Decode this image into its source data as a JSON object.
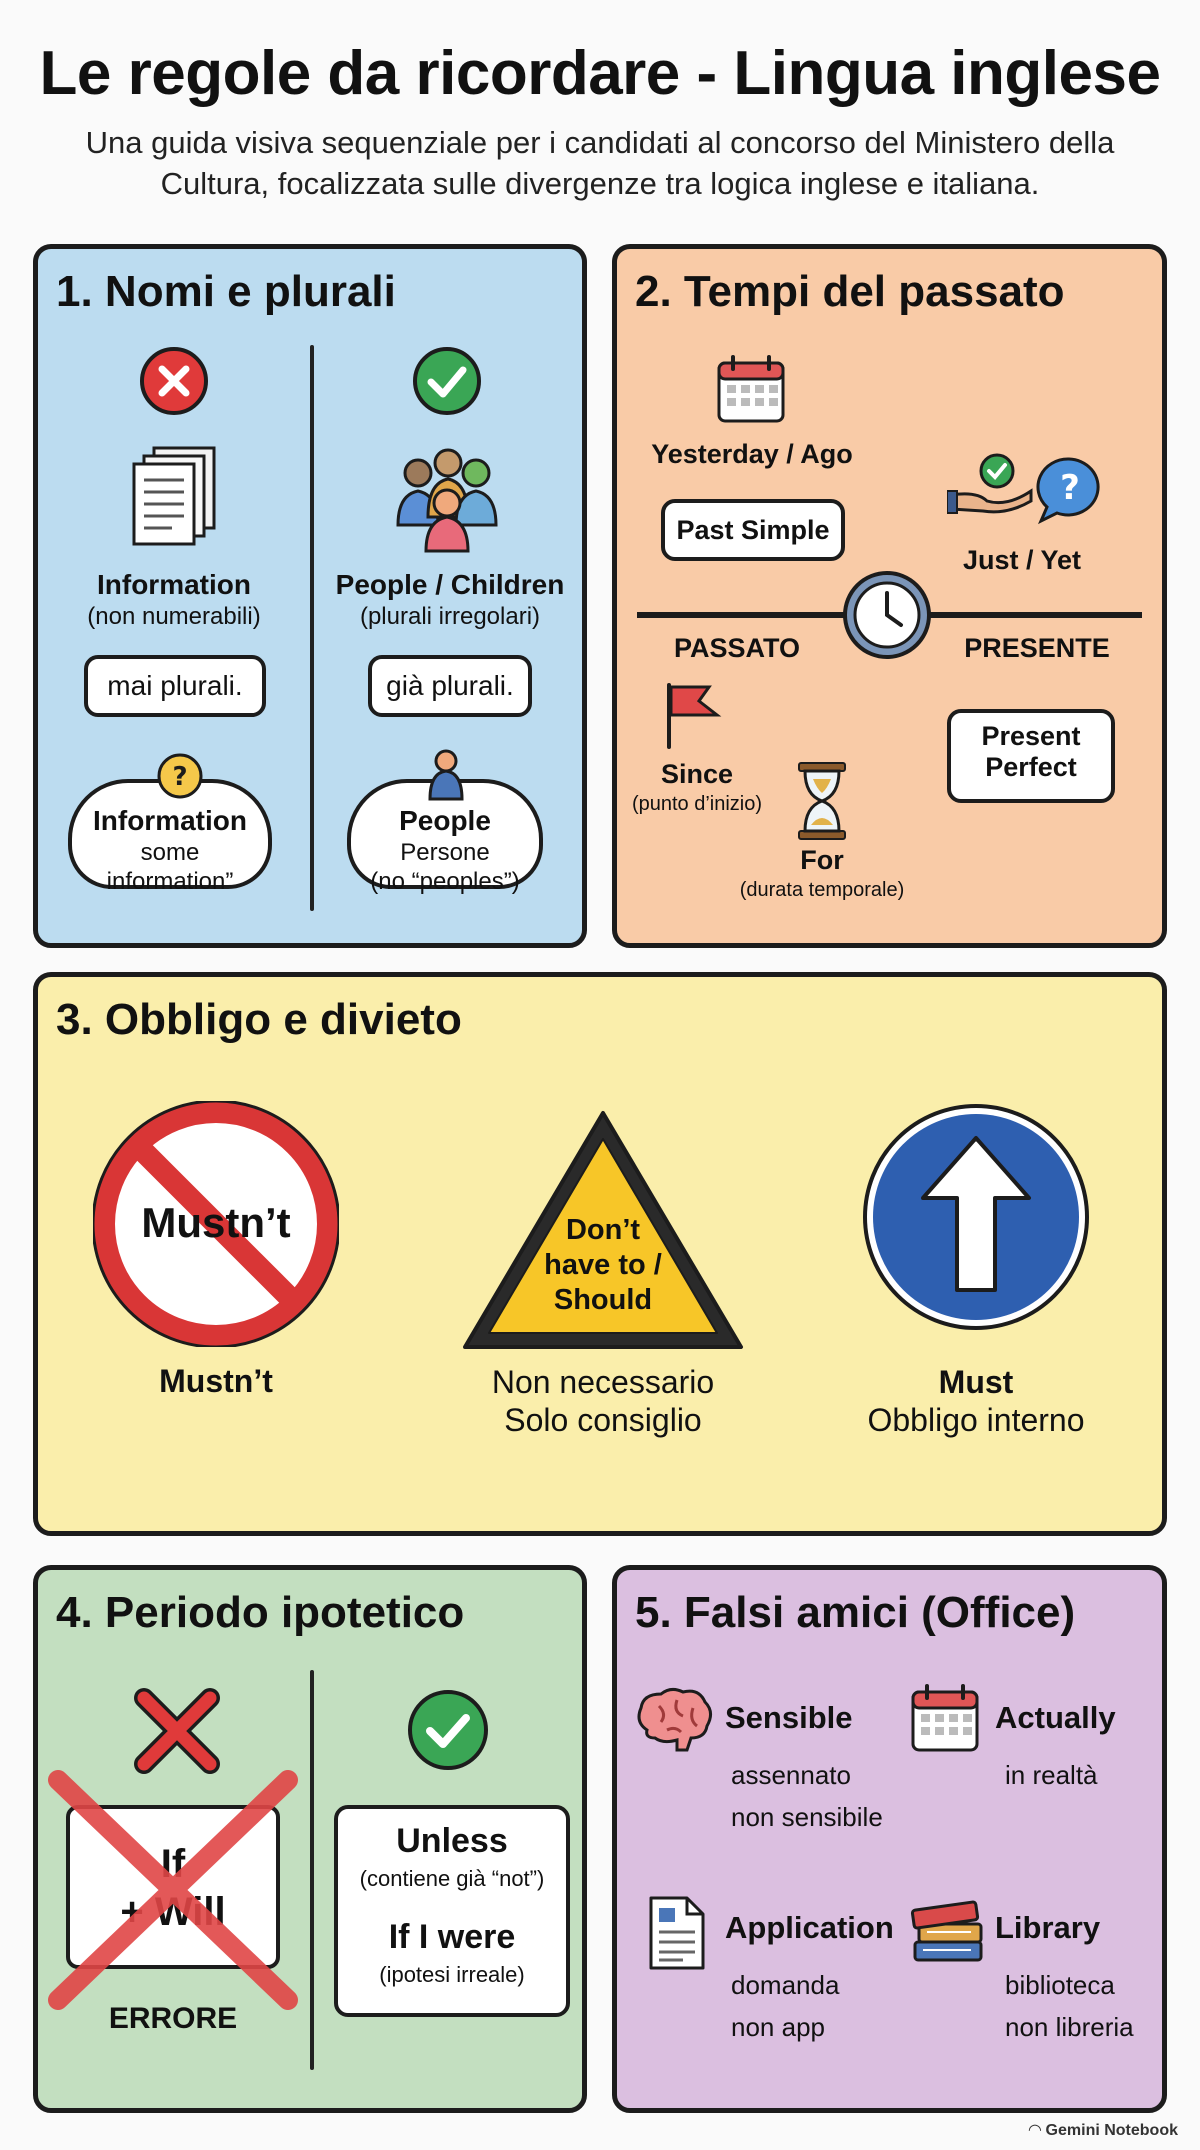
{
  "header": {
    "title": "Le regole da ricordare - Lingua inglese",
    "subtitle_line1": "Una guida visiva sequenziale per i candidati al concorso del Ministero della",
    "subtitle_line2": "Cultura, focalizzata sulle divergenze tra logica inglese e italiana."
  },
  "panel1": {
    "title": "1. Nomi e plurali",
    "left": {
      "icon": "x-circle-icon",
      "word": "Information",
      "note": "(non numerabili)",
      "bubble": "mai plurali.",
      "cloud_word": "Information",
      "cloud_line1": "some",
      "cloud_line2": "information”"
    },
    "right": {
      "icon": "check-circle-icon",
      "word": "People / Children",
      "note": "(plurali irregolari)",
      "bubble": "già plurali.",
      "cloud_word": "People",
      "cloud_line1": "Persone",
      "cloud_line2": "(no “peoples”)"
    }
  },
  "panel2": {
    "title": "2. Tempi del passato",
    "yesterday": "Yesterday / Ago",
    "past_simple": "Past Simple",
    "just_yet": "Just / Yet",
    "passato": "PASSATO",
    "presente": "PRESENTE",
    "since": "Since",
    "since_note": "(punto d’inizio)",
    "for": "For",
    "for_note": "(durata temporale)",
    "present_perfect_1": "Present",
    "present_perfect_2": "Perfect"
  },
  "panel3": {
    "title": "3. Obbligo e divieto",
    "sign1_text": "Mustn’t",
    "sign1_label": "Mustn’t",
    "sign2_line1": "Don’t",
    "sign2_line2": "have to /",
    "sign2_line3": "Should",
    "sign2_label1": "Non necessario",
    "sign2_label2": "Solo consiglio",
    "sign3_label1": "Must",
    "sign3_label2": "Obbligo interno"
  },
  "panel4": {
    "title": "4. Periodo ipotetico",
    "wrong_line1": "If",
    "wrong_line2": "+ Will",
    "error": "ERRORE",
    "unless": "Unless",
    "unless_note": "(contiene già “not”)",
    "if_were": "If I were",
    "if_were_note": "(ipotesi irreale)"
  },
  "panel5": {
    "title": "5. Falsi amici (Office)",
    "items": [
      {
        "word": "Sensible",
        "line1": "assennato",
        "line2": "non sensibile",
        "icon": "brain-icon"
      },
      {
        "word": "Actually",
        "line1": "in realtà",
        "line2": "",
        "icon": "calendar-icon"
      },
      {
        "word": "Application",
        "line1": "domanda",
        "line2": "non app",
        "icon": "document-icon"
      },
      {
        "word": "Library",
        "line1": "biblioteca",
        "line2": "non libreria",
        "icon": "books-icon"
      }
    ]
  },
  "footer": "Gemini Notebook"
}
